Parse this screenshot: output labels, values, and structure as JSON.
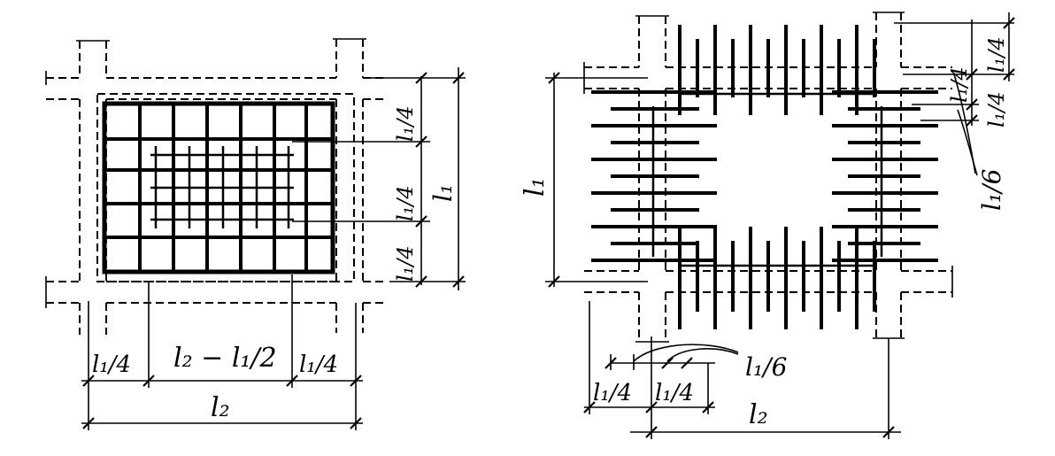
{
  "left_plan": {
    "dim_bottom_left": "l₁/4",
    "dim_bottom_mid": "l₂ − l₁/2",
    "dim_bottom_right": "l₁/4",
    "dim_bottom_total": "l₂",
    "dim_right_top": "l₁/4",
    "dim_right_mid": "l₁/4",
    "dim_right_bottom": "l₁/4",
    "dim_right_total": "l₁"
  },
  "right_plan": {
    "dim_left_total": "l₁",
    "dim_top_right_1": "l₁/4",
    "dim_top_right_2": "l₁/4",
    "dim_top_right_3": "l₁/4",
    "dim_callout_right": "l₁/6",
    "dim_bottom_1": "l₁/4",
    "dim_bottom_2": "l₁/4",
    "dim_callout_bottom": "l₁/6",
    "dim_bottom_total": "l₂"
  }
}
